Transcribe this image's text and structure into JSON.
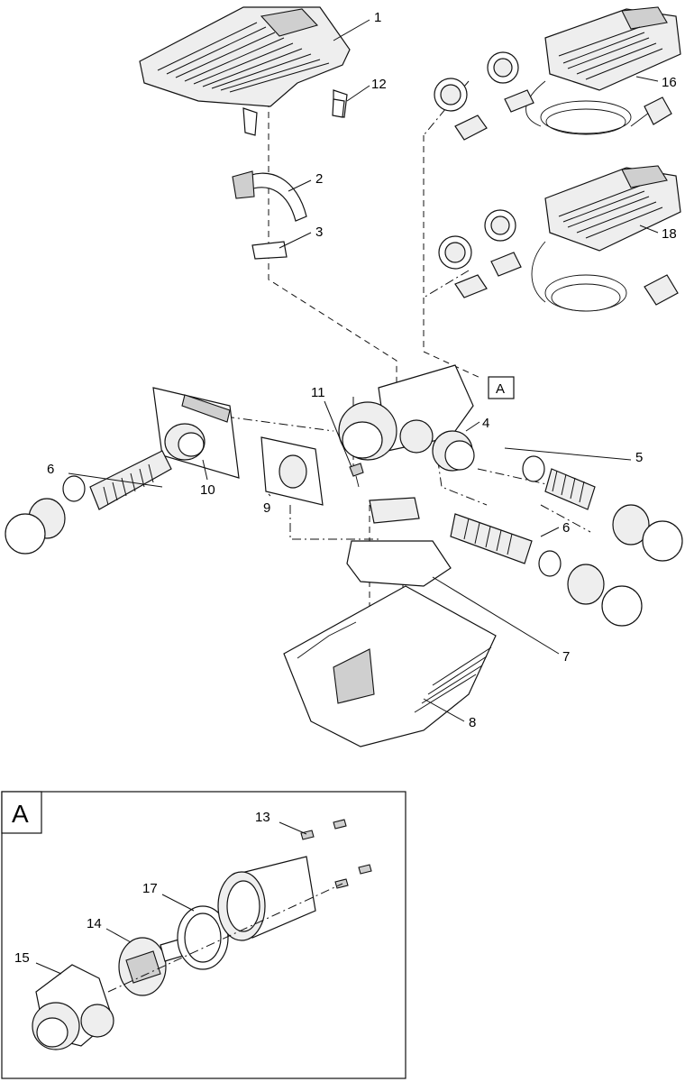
{
  "diagram": {
    "part_labels": {
      "p1": "1",
      "p2": "2",
      "p3": "3",
      "p4": "4",
      "p5": "5",
      "p6a": "6",
      "p6b": "6",
      "p7": "7",
      "p8": "8",
      "p9": "9",
      "p10": "10",
      "p11": "11",
      "p12": "12",
      "p13": "13",
      "p14": "14",
      "p15": "15",
      "p16": "16",
      "p17": "17",
      "p18": "18"
    },
    "detail_ref": "A",
    "detail_box_label": "A"
  }
}
